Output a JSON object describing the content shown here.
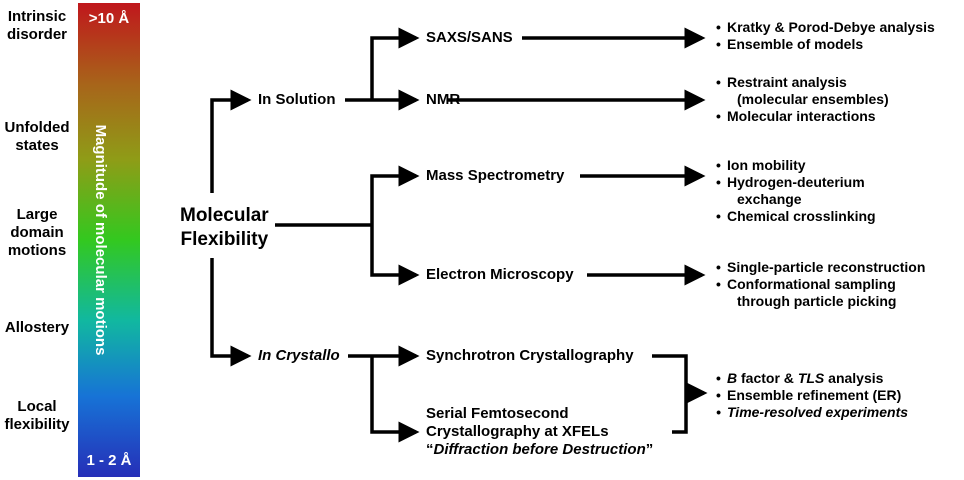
{
  "levels": [
    "Intrinsic disorder",
    "Unfolded states",
    "Large domain motions",
    "Allostery",
    "Local flexibility"
  ],
  "bar": {
    "top_label": ">10 Å",
    "bottom_label": "1 - 2 Å",
    "axis_label": "Magnitude of molecular motions",
    "colors": [
      "#c0171c",
      "#a8641a",
      "#8f9c17",
      "#33c81f",
      "#11b8a0",
      "#1773d6",
      "#262fb8"
    ]
  },
  "root": {
    "line1": "Molecular",
    "line2": "Flexibility"
  },
  "branches": {
    "in_solution": "In Solution",
    "in_crystallo": "In Crystallo"
  },
  "methods": {
    "saxs": "SAXS/SANS",
    "nmr": "NMR",
    "ms": "Mass Spectrometry",
    "em": "Electron Microscopy",
    "synchrotron": "Synchrotron Crystallography",
    "sfx_line1": "Serial Femtosecond",
    "sfx_line2": "Crystallography at XFELs",
    "sfx_quote_open": "“",
    "sfx_quote_text": "Diffraction before Destruction",
    "sfx_quote_close": "”"
  },
  "outcomes": {
    "saxs": [
      "Kratky & Porod-Debye analysis",
      "Ensemble of models"
    ],
    "nmr": [
      "Restraint analysis",
      "(molecular ensembles)",
      "Molecular interactions"
    ],
    "ms": [
      "Ion mobility",
      "Hydrogen-deuterium",
      "exchange",
      "Chemical crosslinking"
    ],
    "em": [
      "Single-particle reconstruction",
      "Conformational sampling",
      "through particle picking"
    ],
    "crystal": {
      "b_factor": "B",
      "factor_and": " factor & ",
      "tls": "TLS",
      "analysis": " analysis",
      "ensemble": "Ensemble refinement (ER)",
      "time_resolved": "Time-resolved experiments"
    }
  }
}
